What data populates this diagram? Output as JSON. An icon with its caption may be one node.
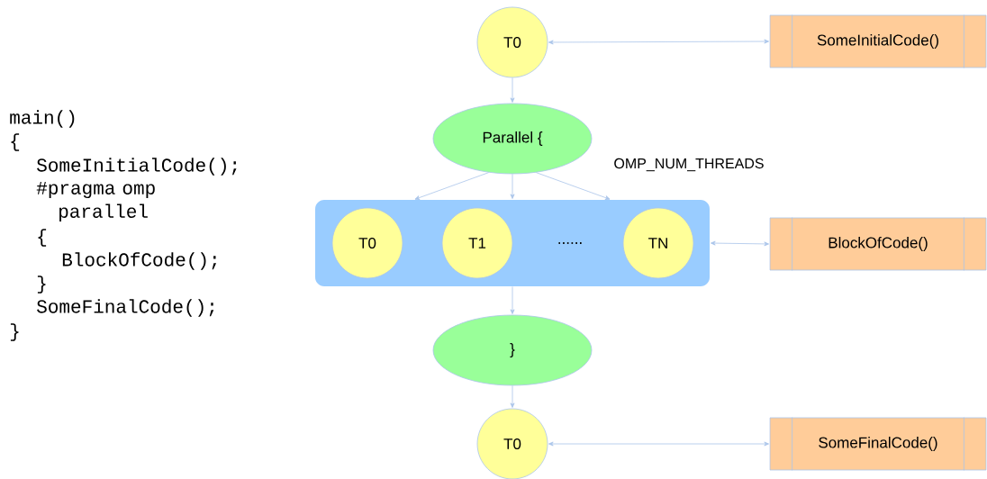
{
  "diagram": {
    "nodes": [
      {
        "text": [
          "T0"
        ]
      },
      {
        "text": [
          "SomeInitialCode()"
        ]
      },
      {
        "text": [
          "Parallel {"
        ]
      },
      {
        "text": [],
        "shape": "box"
      },
      {
        "text": [
          "T0"
        ],
        "in": 3
      },
      {
        "text": [
          "T1"
        ],
        "in": 3
      },
      {
        "text": [
          "TN"
        ],
        "in": 3
      },
      {
        "text": [
          "BlockOfCode()"
        ]
      },
      {
        "text": [
          "}"
        ]
      },
      {
        "text": [
          "T0"
        ]
      },
      {
        "text": [
          "SomeFinalCode()"
        ]
      }
    ],
    "edges": [
      {
        "from": 0,
        "to": 1,
        "arrow": "both"
      },
      {
        "from": 0,
        "to": 2,
        "arrow": "to"
      },
      {
        "from": 2,
        "to": 3,
        "arrow": "to"
      },
      {
        "from": 2,
        "to": 3,
        "arrow": "to"
      },
      {
        "from": 2,
        "to": 3,
        "arrow": "to",
        "label": "OMP_NUM_THREADS"
      },
      {
        "from": 3,
        "to": 7,
        "arrow": "both"
      },
      {
        "from": 3,
        "to": 8,
        "arrow": "to"
      },
      {
        "from": 8,
        "to": 9,
        "arrow": "to"
      },
      {
        "from": 9,
        "to": 10,
        "arrow": "both"
      }
    ],
    "labels": [
      "main()",
      "{",
      "SomeInitialCode();",
      "#pragma omp parallel",
      "{",
      "BlockOfCode();",
      "}",
      "SomeFinalCode();",
      "}",
      "......"
    ]
  }
}
